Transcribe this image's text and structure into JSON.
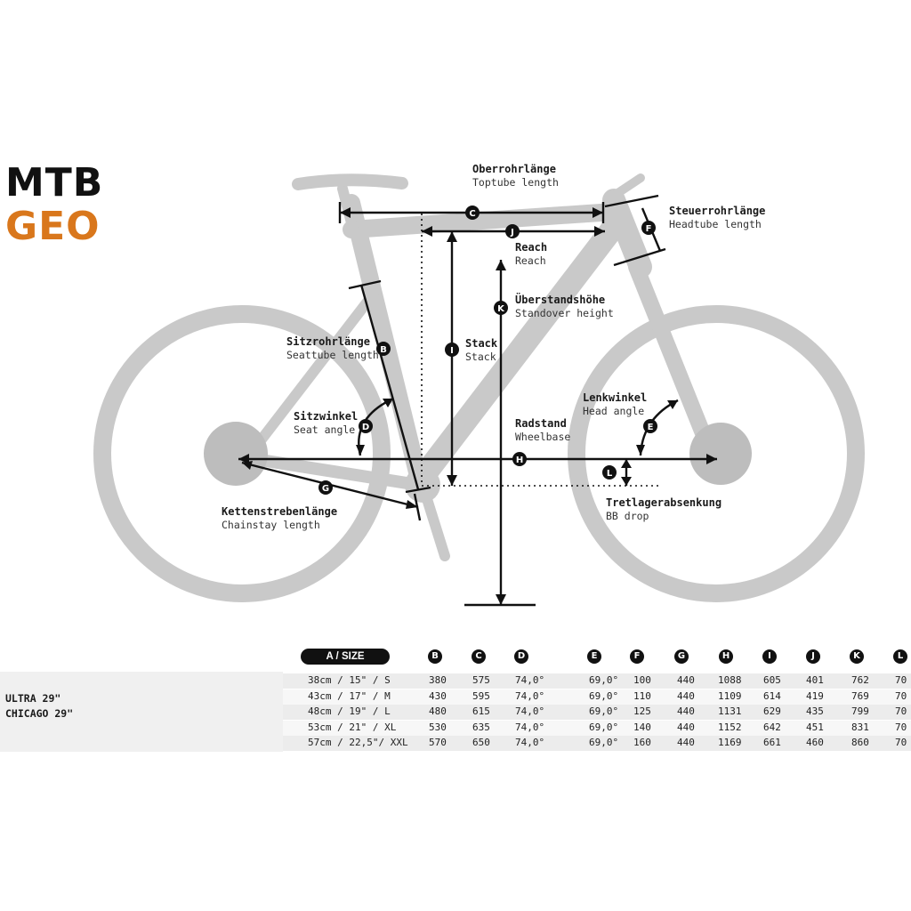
{
  "header": {
    "line1": "MTB",
    "line2": "GEO",
    "accent_color": "#d9771c"
  },
  "measurements": [
    {
      "letter": "C",
      "de": "Oberrohrlänge",
      "en": "Toptube length"
    },
    {
      "letter": "J",
      "de": "Reach",
      "en": "Reach"
    },
    {
      "letter": "F",
      "de": "Steuerrohrlänge",
      "en": "Headtube length"
    },
    {
      "letter": "K",
      "de": "Überstandshöhe",
      "en": "Standover height"
    },
    {
      "letter": "B",
      "de": "Sitzrohrlänge",
      "en": "Seattube length"
    },
    {
      "letter": "I",
      "de": "Stack",
      "en": "Stack"
    },
    {
      "letter": "D",
      "de": "Sitzwinkel",
      "en": "Seat angle"
    },
    {
      "letter": "E",
      "de": "Lenkwinkel",
      "en": "Head angle"
    },
    {
      "letter": "H",
      "de": "Radstand",
      "en": "Wheelbase"
    },
    {
      "letter": "L",
      "de": "Tretlagerabsenkung",
      "en": "BB drop"
    },
    {
      "letter": "G",
      "de": "Kettenstrebenlänge",
      "en": "Chainstay length"
    }
  ],
  "table": {
    "size_header": "A / SIZE",
    "column_letters": [
      "B",
      "C",
      "D",
      "E",
      "F",
      "G",
      "H",
      "I",
      "J",
      "K",
      "L"
    ],
    "models": [
      "ULTRA 29\"",
      "CHICAGO 29\""
    ],
    "rows": [
      {
        "size": "38cm / 15\"  / S",
        "values": [
          "380",
          "575",
          "74,0°",
          "69,0°",
          "100",
          "440",
          "1088",
          "605",
          "401",
          "762",
          "70"
        ]
      },
      {
        "size": "43cm / 17\"  / M",
        "values": [
          "430",
          "595",
          "74,0°",
          "69,0°",
          "110",
          "440",
          "1109",
          "614",
          "419",
          "769",
          "70"
        ]
      },
      {
        "size": "48cm / 19\"  / L",
        "values": [
          "480",
          "615",
          "74,0°",
          "69,0°",
          "125",
          "440",
          "1131",
          "629",
          "435",
          "799",
          "70"
        ]
      },
      {
        "size": "53cm / 21\"  / XL",
        "values": [
          "530",
          "635",
          "74,0°",
          "69,0°",
          "140",
          "440",
          "1152",
          "642",
          "451",
          "831",
          "70"
        ]
      },
      {
        "size": "57cm / 22,5\"/ XXL",
        "values": [
          "570",
          "650",
          "74,0°",
          "69,0°",
          "160",
          "440",
          "1169",
          "661",
          "460",
          "860",
          "70"
        ]
      }
    ]
  }
}
